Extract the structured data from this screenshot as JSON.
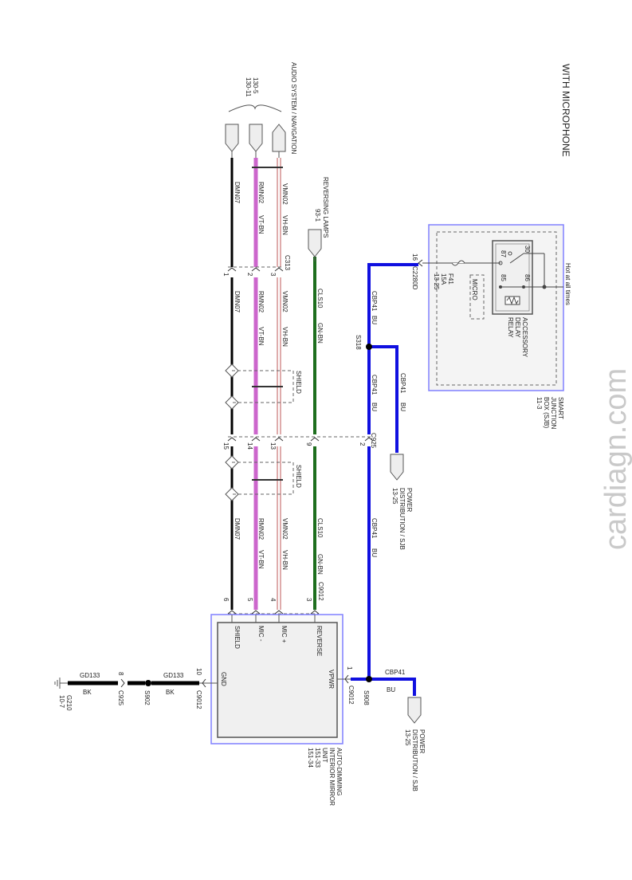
{
  "title": "WITH MICROPHONE",
  "watermark": "cardiagn.com",
  "colors": {
    "blue": "#1010e0",
    "green": "#1e6e1e",
    "pink": "#cc66cc",
    "red": "#b03030",
    "black": "#000000",
    "box_border": "#8080ff"
  },
  "audio": {
    "name": "AUDIO SYSTEM / NAVIGATION",
    "ref1": "130-5",
    "ref2": "130-11"
  },
  "reversing": {
    "name": "REVERSING LAMPS",
    "ref": "93-1"
  },
  "wires": {
    "vmn": "VMN02",
    "vmn_color": "VH-BN",
    "rmn": "RMN02",
    "rmn_color": "VT-BN",
    "dmn": "DMN07",
    "cls": "CLS10",
    "cls_color": "GN-BN",
    "cbp": "CBP41",
    "cbp_color": "BU",
    "gd": "GD133",
    "gd_color": "BK"
  },
  "connectors": {
    "c313": "C313",
    "c925": "C925",
    "c9012": "C9012",
    "c2280d": "C2280D",
    "pins": {
      "p1": "1",
      "p2": "2",
      "p3": "3",
      "p4": "4",
      "p5": "5",
      "p6": "6",
      "p8": "8",
      "p9": "9",
      "p10": "10",
      "p13": "13",
      "p14": "14",
      "p15": "15",
      "p16": "16"
    }
  },
  "splices": {
    "s318": "S318",
    "s908": "S908",
    "s902": "S902"
  },
  "shield": "SHIELD",
  "power_dist": {
    "l1": "POWER",
    "l2": "DISTRIBUTION / SJB",
    "ref": "13-25"
  },
  "sjb": {
    "l1": "SMART",
    "l2": "JUNCTION",
    "l3": "BOX (SJB)",
    "ref": "11-3",
    "hot": "Hot at all times",
    "fuse": "F41",
    "fuse_rating": "15A",
    "fuse_ref": "13-25",
    "micro": "MICRO",
    "relay1": "ACCESSORY",
    "relay2": "DELAY",
    "relay3": "RELAY",
    "pin30": "30",
    "pin86": "86",
    "pin87": "87",
    "pin85": "85"
  },
  "mirror": {
    "l1": "AUTO-DIMMING",
    "l2": "INTERIOR MIRROR",
    "l3": "UNIT",
    "ref1": "151-33",
    "ref2": "151-34",
    "reverse": "REVERSE",
    "mic_plus": "MIC +",
    "mic_minus": "MIC -",
    "shield": "SHIELD",
    "vpwr": "VPWR",
    "gnd": "GND"
  },
  "ground": {
    "name": "G210",
    "ref": "10-7"
  }
}
